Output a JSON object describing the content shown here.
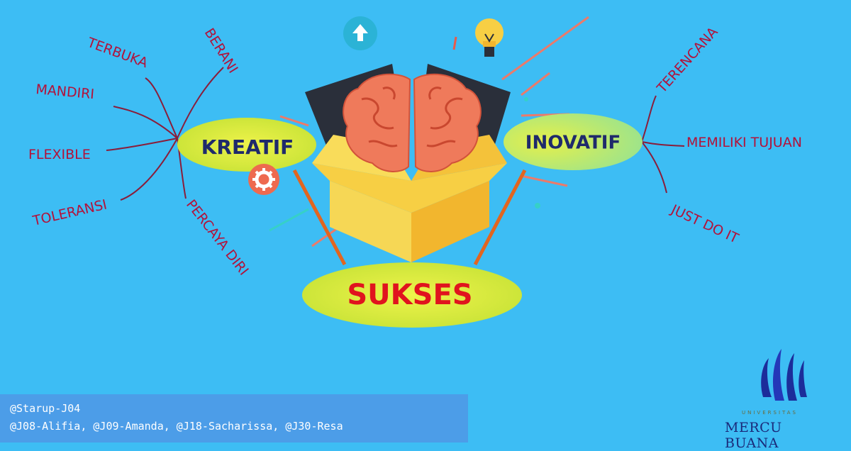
{
  "center": {
    "kreatif": "KREATIF",
    "inovatif": "INOVATIF",
    "sukses": "SUKSES"
  },
  "left_traits": [
    "BERANI",
    "TERBUKA",
    "MANDIRI",
    "FLEXIBLE",
    "TOLERANSI",
    "PERCAYA DIRI"
  ],
  "right_traits": [
    "TERENCANA",
    "MEMILIKI TUJUAN",
    "JUST DO IT"
  ],
  "credits": {
    "line1": "@Starup-J04",
    "line2": "@J08-Alifia, @J09-Amanda, @J18-Sacharissa, @J30-Resa"
  },
  "logo": {
    "small": "UNIVERSITAS",
    "name": "MERCU BUANA"
  },
  "colors": {
    "background": "#3dbdf4",
    "ellipse": "#e3ee2a",
    "label_red": "#b2123a",
    "kreatif_text": "#1f2a6b",
    "sukses_text": "#e0141e",
    "box": "#f7cf44",
    "brain": "#ef7a5b"
  },
  "icons": [
    "arrow-up-icon",
    "lightbulb-icon",
    "gear-icon"
  ]
}
